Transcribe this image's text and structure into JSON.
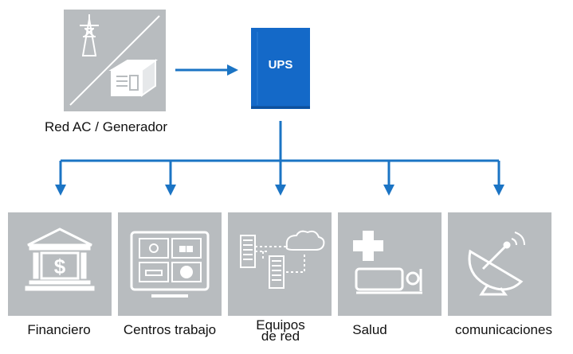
{
  "source": {
    "label": "Red AC / Generador",
    "icon": "power-tower-and-generator-icon"
  },
  "ups": {
    "label": "UPS",
    "color": "#1469c8"
  },
  "categories": [
    {
      "label": "Financiero",
      "icon": "bank-dollar-icon"
    },
    {
      "label": "Centros trabajo",
      "icon": "monitor-dashboard-icon"
    },
    {
      "label": "Equipos\nde red",
      "icon": "network-equipment-cloud-icon"
    },
    {
      "label": "Salud",
      "icon": "medical-cross-bed-icon"
    },
    {
      "label": "comunicaciones",
      "icon": "satellite-dish-icon"
    }
  ],
  "colors": {
    "tile": "#b8bcbf",
    "icon_line": "#ffffff",
    "arrow": "#1b74c4"
  }
}
